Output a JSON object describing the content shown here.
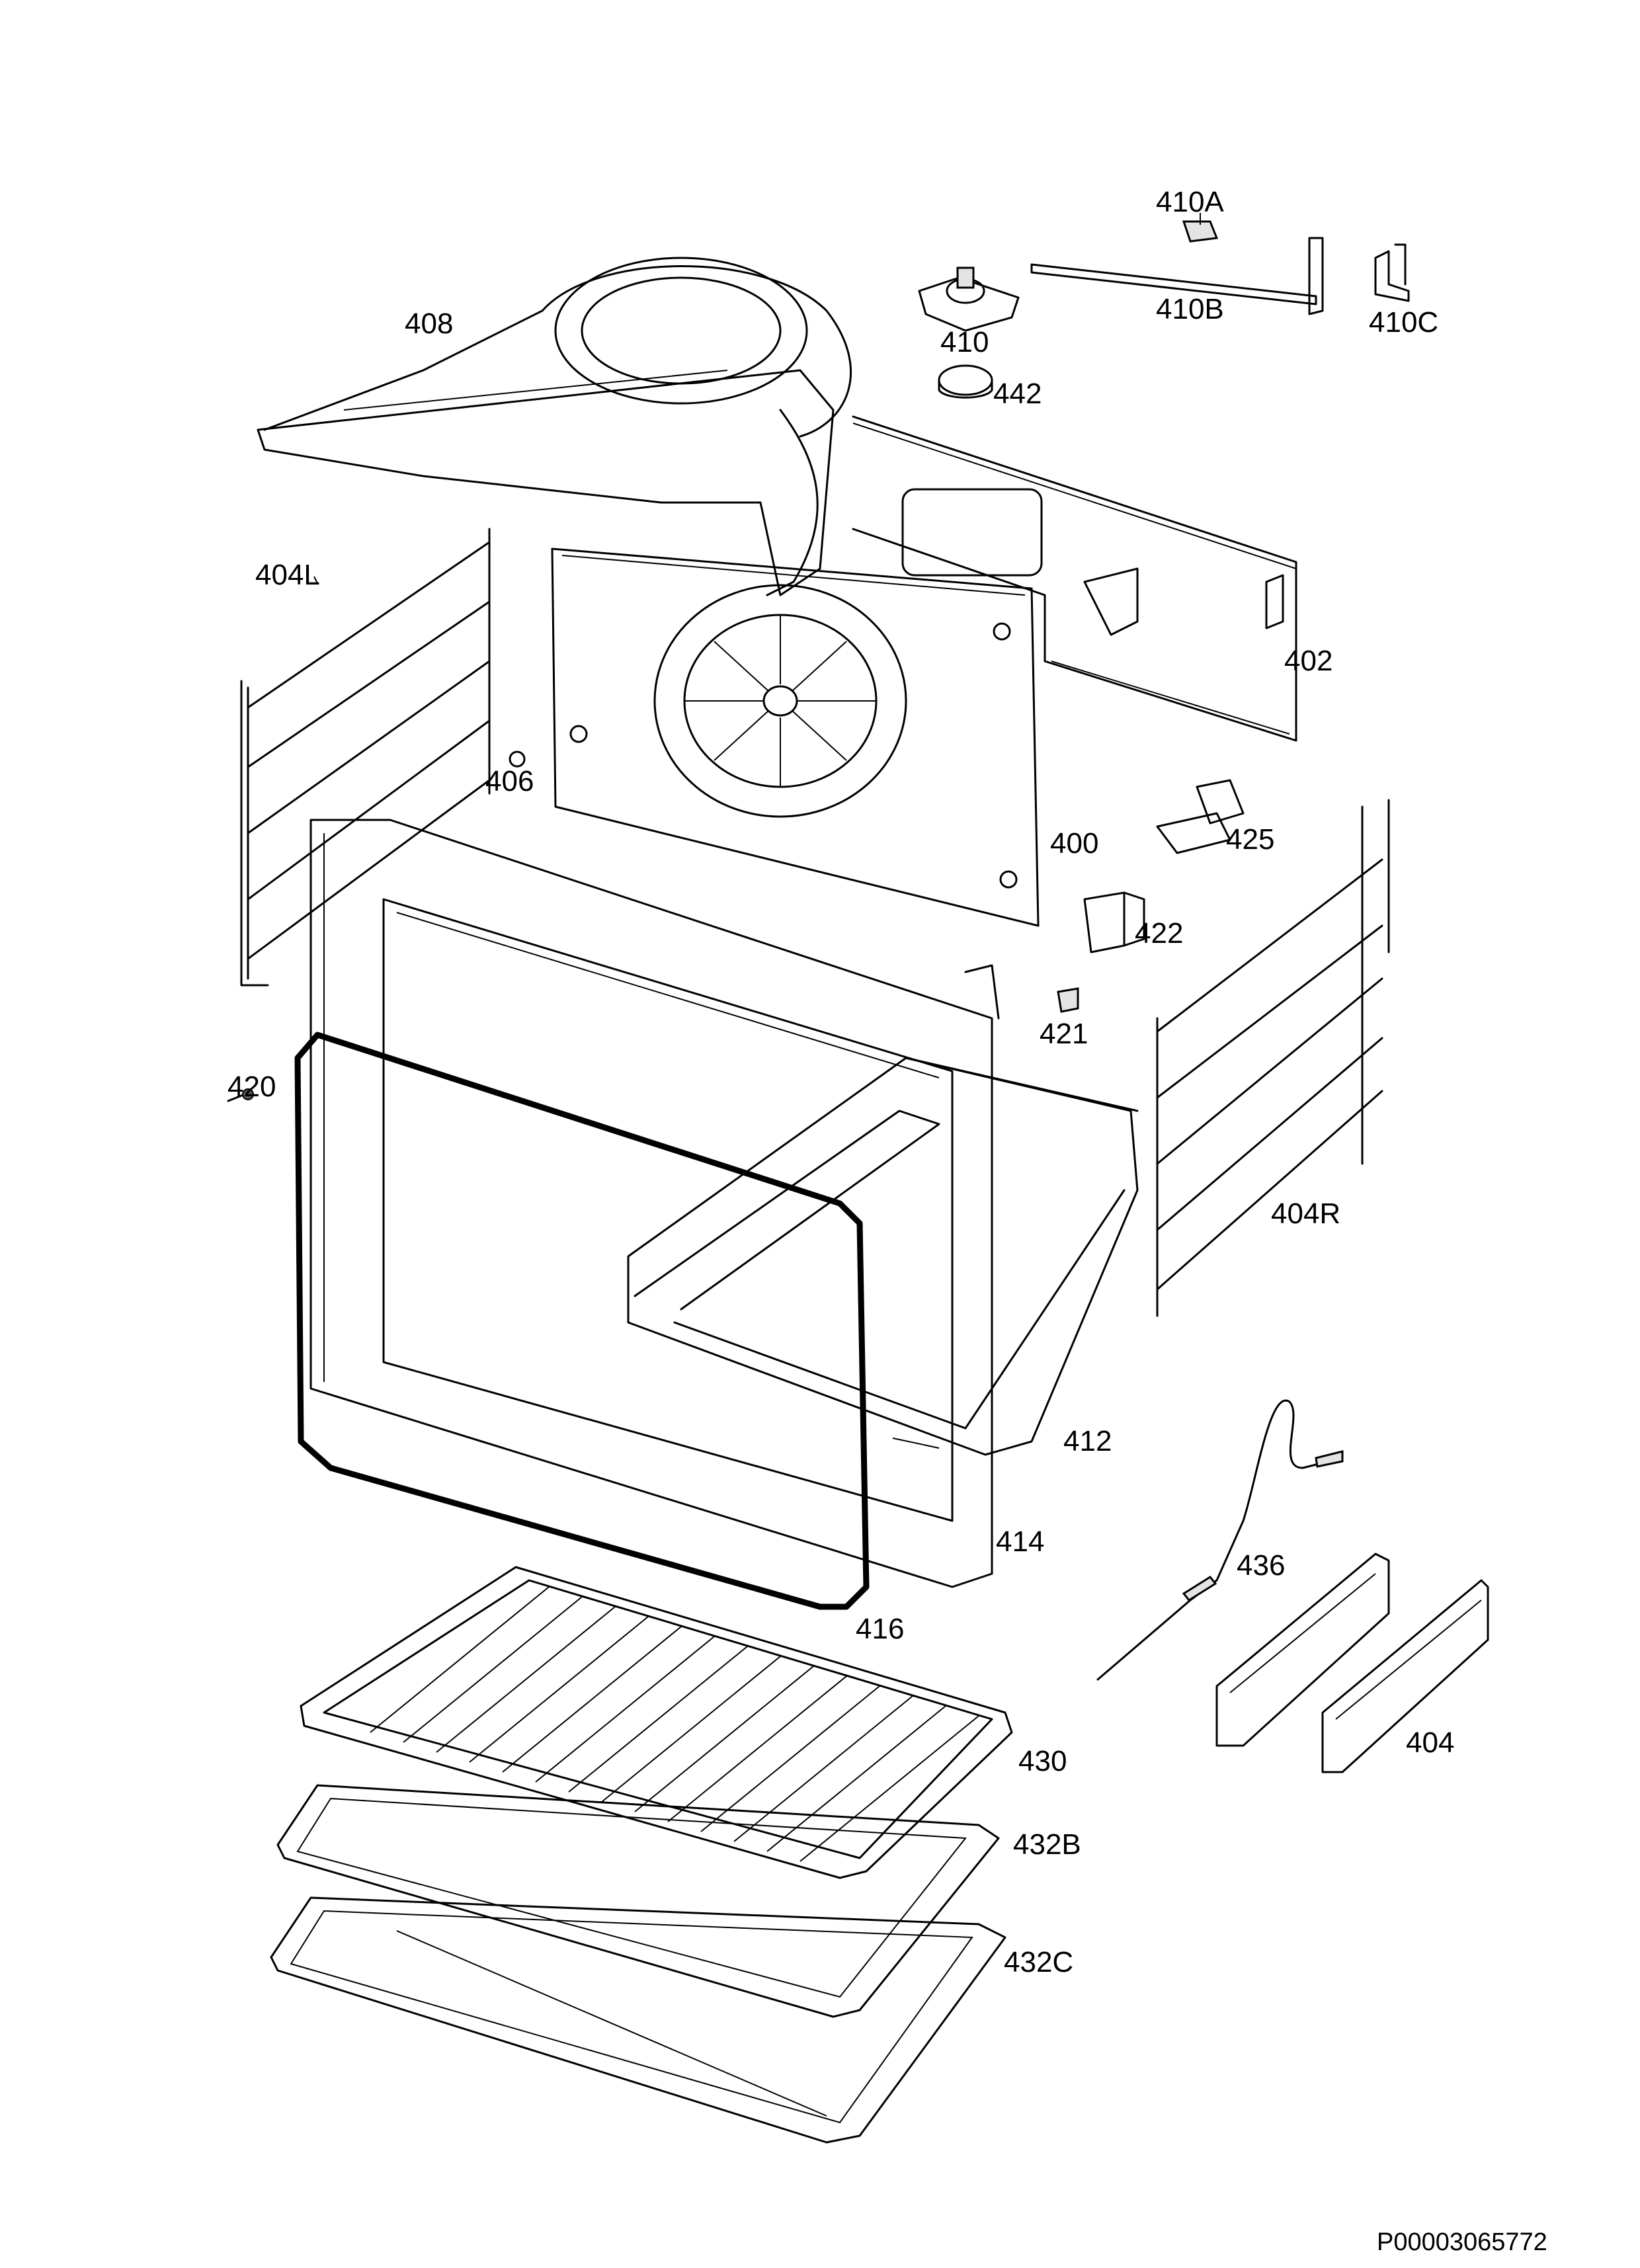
{
  "diagram": {
    "parts": [
      {
        "id": "p408",
        "label": "408"
      },
      {
        "id": "p410A",
        "label": "410A"
      },
      {
        "id": "p410B",
        "label": "410B"
      },
      {
        "id": "p410C",
        "label": "410C"
      },
      {
        "id": "p410",
        "label": "410"
      },
      {
        "id": "p442",
        "label": "442"
      },
      {
        "id": "p404L",
        "label": "404L"
      },
      {
        "id": "p402",
        "label": "402"
      },
      {
        "id": "p406",
        "label": "406"
      },
      {
        "id": "p400",
        "label": "400"
      },
      {
        "id": "p425",
        "label": "425"
      },
      {
        "id": "p422",
        "label": "422"
      },
      {
        "id": "p421",
        "label": "421"
      },
      {
        "id": "p420",
        "label": "420"
      },
      {
        "id": "p404R",
        "label": "404R"
      },
      {
        "id": "p412",
        "label": "412"
      },
      {
        "id": "p414",
        "label": "414"
      },
      {
        "id": "p436",
        "label": "436"
      },
      {
        "id": "p416",
        "label": "416"
      },
      {
        "id": "p404",
        "label": "404"
      },
      {
        "id": "p430",
        "label": "430"
      },
      {
        "id": "p432B",
        "label": "432B"
      },
      {
        "id": "p432C",
        "label": "432C"
      }
    ],
    "document_code": "P00003065772"
  }
}
